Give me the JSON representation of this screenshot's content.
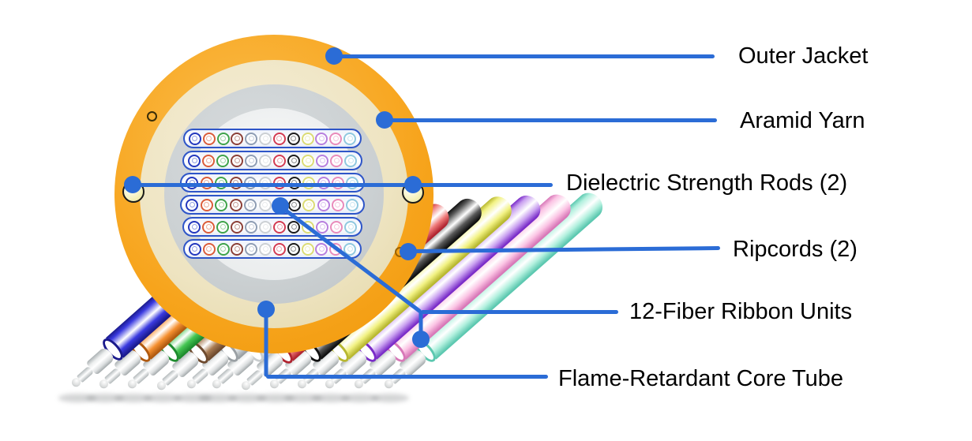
{
  "callouts": [
    {
      "id": "outer-jacket",
      "label": "Outer Jacket"
    },
    {
      "id": "aramid-yarn",
      "label": "Aramid Yarn"
    },
    {
      "id": "strength-rods",
      "label": "Dielectric Strength Rods (2)"
    },
    {
      "id": "ripcords",
      "label": "Ripcords (2)"
    },
    {
      "id": "ribbon-units",
      "label": "12-Fiber Ribbon Units"
    },
    {
      "id": "core-tube",
      "label": "Flame-Retardant Core Tube"
    }
  ],
  "colors": {
    "callout_blue": "#2B6CD6",
    "outer_jacket": "#F7A41C",
    "outer_jacket_light": "#FBBE4E",
    "aramid_yarn": "#EEE4C1",
    "aramid_yarn_light": "#F5EDD6",
    "core_tube": "#CBD0D2",
    "core_tube_light": "#D8DCDE",
    "core_interior": "#E6E9EA",
    "core_interior_center": "#F8F9F9",
    "strength_rod_fill": "#F5F1BC",
    "ripcord_top_outline": "#3A2E08",
    "ripcord_right_outline": "#9A6200",
    "label_text": "#000000"
  },
  "ribbon_stack": {
    "ribbon_count": 6,
    "fibers_per_ribbon": 12,
    "ribbon_border": "#2E55C8",
    "fiber_color_code": [
      {
        "name": "blue",
        "ring": "#2438BE",
        "inner": "#93A0E4"
      },
      {
        "name": "orange",
        "ring": "#DB5C3A",
        "inner": "#EDAD9C"
      },
      {
        "name": "green",
        "ring": "#3FA34A",
        "inner": "#A2D5A8"
      },
      {
        "name": "brown",
        "ring": "#8C4038",
        "inner": "#C49B94"
      },
      {
        "name": "slate",
        "ring": "#8E9DB4",
        "inner": "#C9D1DE"
      },
      {
        "name": "white",
        "ring": "#CCD0D4",
        "inner": "#E8EAEC"
      },
      {
        "name": "red",
        "ring": "#D33B52",
        "inner": "#ECA4B0"
      },
      {
        "name": "black",
        "ring": "#1C1C1C",
        "inner": "#909090"
      },
      {
        "name": "yellow",
        "ring": "#DCDC74",
        "inner": "#EFEFBE"
      },
      {
        "name": "violet",
        "ring": "#B77FDE",
        "inner": "#DCC2F1"
      },
      {
        "name": "rose",
        "ring": "#E98BBB",
        "inner": "#F5C8DF"
      },
      {
        "name": "aqua",
        "ring": "#8FC8DF",
        "inner": "#C9E6F2"
      }
    ]
  },
  "ribbon_units": {
    "count": 12,
    "tubes": [
      {
        "name": "blue",
        "base": "#3A3AE0",
        "dark": "#1A1A8C"
      },
      {
        "name": "orange",
        "base": "#F59030",
        "dark": "#B05A10"
      },
      {
        "name": "green",
        "base": "#45C653",
        "dark": "#1E8C2E"
      },
      {
        "name": "brown",
        "base": "#A87B52",
        "dark": "#6E4A2E"
      },
      {
        "name": "slate",
        "base": "#D8DCDE",
        "dark": "#9AA0A4"
      },
      {
        "name": "white",
        "base": "#F4F5F6",
        "dark": "#C8CCCE"
      },
      {
        "name": "red",
        "base": "#EE7878",
        "dark": "#B02430"
      },
      {
        "name": "black",
        "base": "#585858",
        "dark": "#101010"
      },
      {
        "name": "yellow",
        "base": "#F2F284",
        "dark": "#B8B830"
      },
      {
        "name": "violet",
        "base": "#C9A0F0",
        "dark": "#7A2CC8"
      },
      {
        "name": "rose",
        "base": "#FBC4E4",
        "dark": "#D878B8"
      },
      {
        "name": "aqua",
        "base": "#B2F0DE",
        "dark": "#5CC8B0"
      }
    ]
  }
}
